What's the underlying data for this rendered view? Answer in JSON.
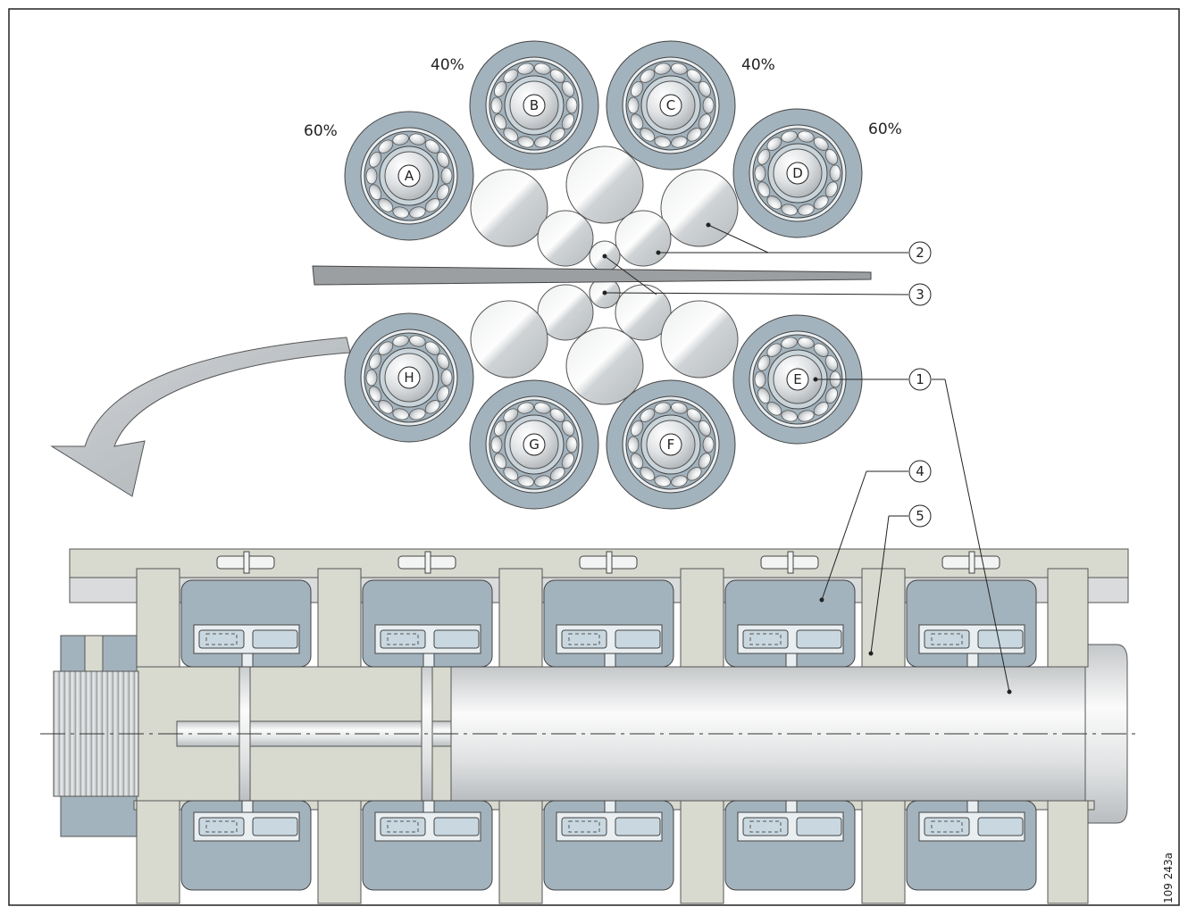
{
  "percentages": {
    "a": "60%",
    "b": "40%",
    "c": "40%",
    "d": "60%"
  },
  "roll_labels": {
    "a": "A",
    "b": "B",
    "c": "C",
    "d": "D",
    "e": "E",
    "f": "F",
    "g": "G",
    "h": "H"
  },
  "callouts": {
    "c1": "1",
    "c2": "2",
    "c3": "3",
    "c4": "4",
    "c5": "5"
  },
  "figure_number": "109 243a",
  "colors": {
    "bearing_outer": "#a3b3bd",
    "frame": "#d8dad0",
    "shaft": "#d9dbdc",
    "strip": "#9c9fa2"
  }
}
